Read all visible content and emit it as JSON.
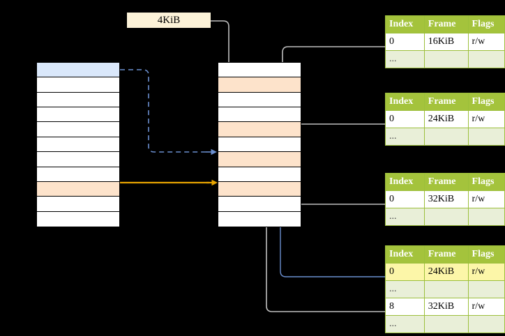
{
  "diagram": {
    "title": "",
    "size_label": "4KiB",
    "colors": {
      "table_header_green": "#a4c33c",
      "table_border_green": "#9cbf3b",
      "ellipsis_row": "#e9efd8",
      "highlight_yellow": "#fcf6a8",
      "label_bg": "#fcf2d8",
      "cell_blue": "#dae8fb",
      "cell_peach": "#fde3cb",
      "arrow_blue": "#6b8fd0",
      "arrow_orange": "#e8a400",
      "arrow_gray": "#b3b3b3"
    }
  },
  "left_column": {
    "name": "virtual-address-space",
    "row_count": 11,
    "rows": [
      {
        "fill": "blue",
        "label": ""
      },
      {
        "fill": "white",
        "label": ""
      },
      {
        "fill": "white",
        "label": ""
      },
      {
        "fill": "white",
        "label": ""
      },
      {
        "fill": "white",
        "label": ""
      },
      {
        "fill": "white",
        "label": ""
      },
      {
        "fill": "white",
        "label": ""
      },
      {
        "fill": "white",
        "label": ""
      },
      {
        "fill": "peach",
        "label": ""
      },
      {
        "fill": "white",
        "label": ""
      },
      {
        "fill": "white",
        "label": ""
      }
    ]
  },
  "middle_column": {
    "name": "physical-memory",
    "row_count": 11,
    "rows": [
      {
        "fill": "white",
        "label": ""
      },
      {
        "fill": "peach",
        "label": ""
      },
      {
        "fill": "white",
        "label": ""
      },
      {
        "fill": "white",
        "label": ""
      },
      {
        "fill": "peach",
        "label": ""
      },
      {
        "fill": "white",
        "label": ""
      },
      {
        "fill": "peach",
        "label": ""
      },
      {
        "fill": "white",
        "label": ""
      },
      {
        "fill": "peach",
        "label": ""
      },
      {
        "fill": "white",
        "label": ""
      },
      {
        "fill": "white",
        "label": ""
      }
    ]
  },
  "tables": [
    {
      "name": "page-table-1",
      "headers": [
        "Index",
        "Frame",
        "Flags"
      ],
      "rows": [
        {
          "type": "data",
          "cells": [
            "0",
            "16KiB",
            "r/w"
          ],
          "highlight": [
            false,
            false,
            false
          ]
        },
        {
          "type": "ellipsis",
          "cells": [
            "...",
            "",
            ""
          ],
          "highlight": [
            false,
            false,
            false
          ]
        }
      ]
    },
    {
      "name": "page-table-2",
      "headers": [
        "Index",
        "Frame",
        "Flags"
      ],
      "rows": [
        {
          "type": "data",
          "cells": [
            "0",
            "24KiB",
            "r/w"
          ],
          "highlight": [
            false,
            false,
            false
          ]
        },
        {
          "type": "ellipsis",
          "cells": [
            "...",
            "",
            ""
          ],
          "highlight": [
            false,
            false,
            false
          ]
        }
      ]
    },
    {
      "name": "page-table-3",
      "headers": [
        "Index",
        "Frame",
        "Flags"
      ],
      "rows": [
        {
          "type": "data",
          "cells": [
            "0",
            "32KiB",
            "r/w"
          ],
          "highlight": [
            false,
            false,
            false
          ]
        },
        {
          "type": "ellipsis",
          "cells": [
            "...",
            "",
            ""
          ],
          "highlight": [
            false,
            false,
            false
          ]
        }
      ]
    },
    {
      "name": "page-table-4",
      "headers": [
        "Index",
        "Frame",
        "Flags"
      ],
      "rows": [
        {
          "type": "data",
          "cells": [
            "0",
            "24KiB",
            "r/w"
          ],
          "highlight": [
            true,
            true,
            true
          ]
        },
        {
          "type": "ellipsis",
          "cells": [
            "...",
            "",
            ""
          ],
          "highlight": [
            false,
            false,
            false
          ]
        },
        {
          "type": "data",
          "cells": [
            "8",
            "32KiB",
            "r/w"
          ],
          "highlight": [
            false,
            false,
            false
          ]
        },
        {
          "type": "ellipsis",
          "cells": [
            "...",
            "",
            ""
          ],
          "highlight": [
            false,
            false,
            false
          ]
        }
      ]
    }
  ]
}
